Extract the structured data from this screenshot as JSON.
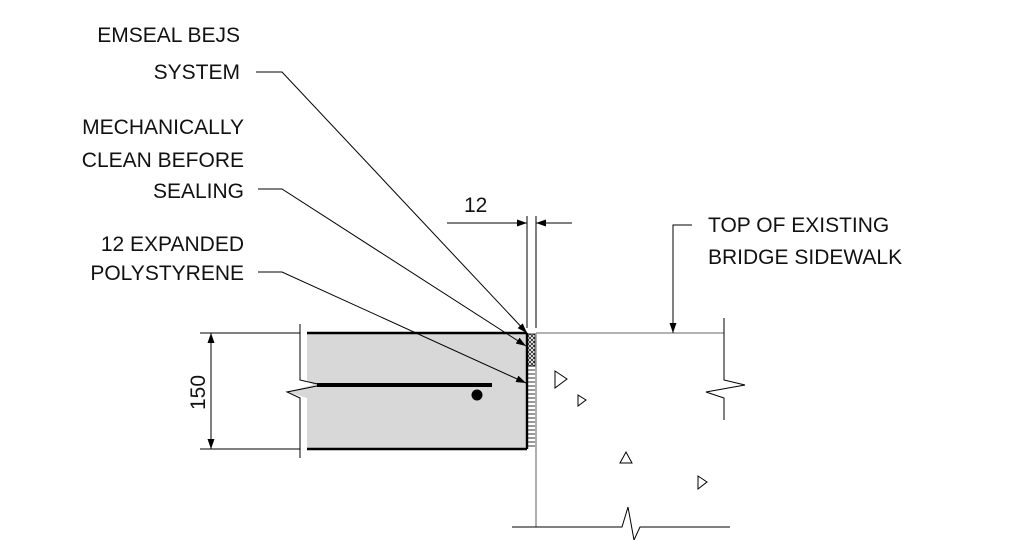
{
  "labels": {
    "emseal_line1": "EMSEAL BEJS",
    "emseal_line2": "SYSTEM",
    "clean_line1": "MECHANICALLY",
    "clean_line2": "CLEAN BEFORE",
    "clean_line3": "SEALING",
    "eps_line1": "12 EXPANDED",
    "eps_line2": "POLYSTYRENE",
    "top_line1": "TOP OF EXISTING",
    "top_line2": "BRIDGE SIDEWALK"
  },
  "dimensions": {
    "gap_width": "12",
    "slab_depth": "150"
  },
  "colors": {
    "concrete_fill": "#d8d8d8",
    "existing_edge": "#9a9a9a",
    "line": "#000000"
  }
}
